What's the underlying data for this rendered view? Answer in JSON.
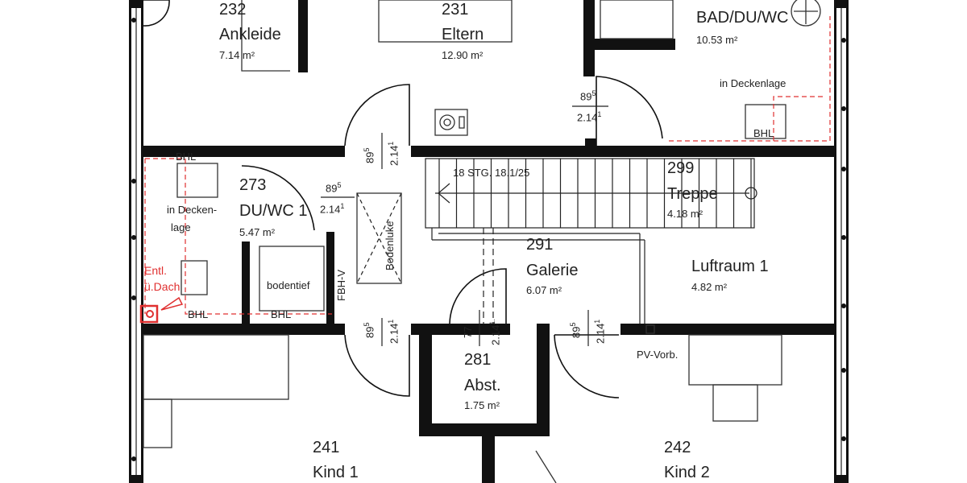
{
  "rooms": {
    "r232": {
      "number": "232",
      "name": "Ankleide",
      "area": "7.14 m²"
    },
    "r231": {
      "number": "231",
      "name": "Eltern",
      "area": "12.90 m²"
    },
    "bad": {
      "name": "BAD/DU/WC",
      "area": "10.53 m²"
    },
    "r273": {
      "number": "273",
      "name": "DU/WC 1",
      "area": "5.47 m²"
    },
    "r299": {
      "number": "299",
      "name": "Treppe",
      "area": "4.18 m²"
    },
    "r291": {
      "number": "291",
      "name": "Galerie",
      "area": "6.07 m²"
    },
    "luft": {
      "name": "Luftraum 1",
      "area": "4.82 m²"
    },
    "r281": {
      "number": "281",
      "name": "Abst.",
      "area": "1.75 m²"
    },
    "r241": {
      "number": "241",
      "name": "Kind 1"
    },
    "r242": {
      "number": "242",
      "name": "Kind 2"
    }
  },
  "notes": {
    "deckenlage_bad": "in Deckenlage",
    "decken": "in Decken-",
    "lage": "lage",
    "bhl": "BHL",
    "bodentief": "bodentief",
    "bodenluke": "Bodenluke",
    "fbh": "FBH-V",
    "pv": "PV-Vorb.",
    "stairs": "18 STG. 18.1/25",
    "entl1": "Entl.",
    "entl2": "ü.Dach"
  },
  "dims": {
    "w89": "89",
    "w77": "77",
    "sup5": "5",
    "h214": "2.14",
    "sup1": "1",
    "sup1dot": "1."
  },
  "colors": {
    "accent_red": "#e03030",
    "wall": "#111111"
  }
}
